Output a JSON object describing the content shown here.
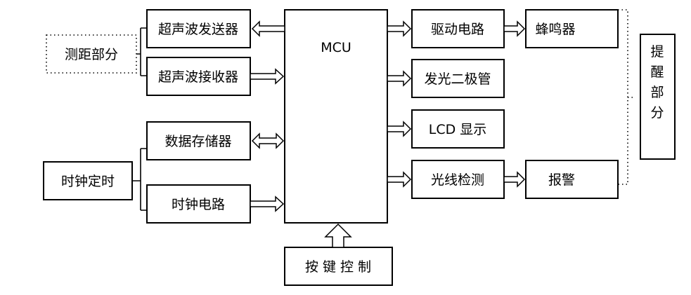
{
  "blocks": {
    "ranging_part": "测距部分",
    "ultrasonic_tx": "超声波发送器",
    "ultrasonic_rx": "超声波接收器",
    "data_storage": "数据存储器",
    "timing": "时钟定时",
    "clock_circuit": "时钟电路",
    "mcu": "MCU",
    "driver_circuit": "驱动电路",
    "buzzer": "蜂鸣器",
    "led": "发光二极管",
    "lcd": "LCD 显示",
    "light_detect": "光线检测",
    "alarm": "报警",
    "keys": "按 键 控 制",
    "reminder_part": [
      "提",
      "醒",
      "部",
      "分"
    ]
  }
}
